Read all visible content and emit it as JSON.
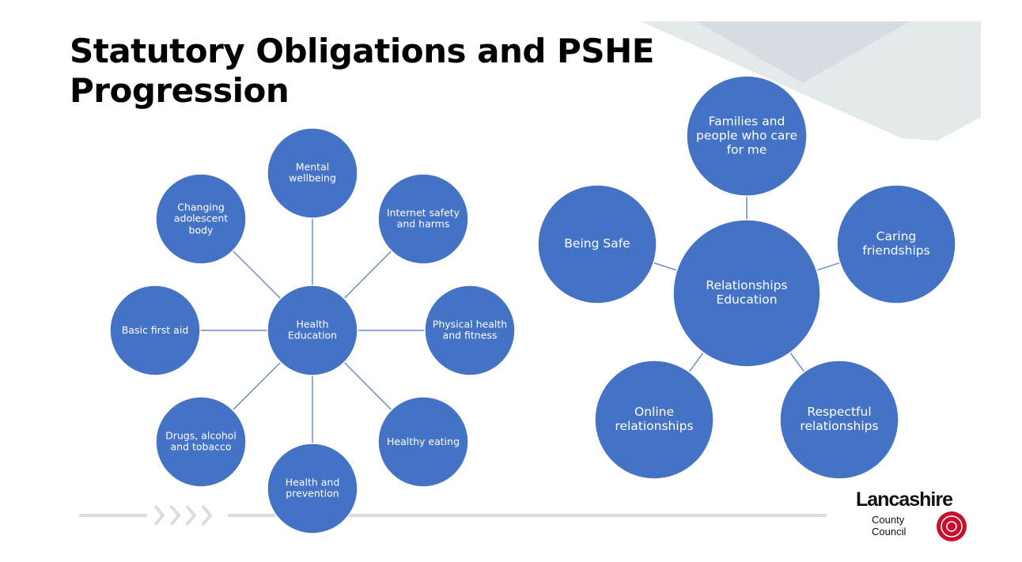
{
  "title": "Statutory Obligations and PSHE Progression",
  "colors": {
    "node": "#4472c4",
    "connector": "#6f8dc4",
    "bg_shape": "#e4e9ec",
    "bg_shape_dark": "#d6dce2",
    "rule": "#d9dedd"
  },
  "health": {
    "center": "Health Education",
    "topics": [
      "Mental wellbeing",
      "Internet safety and harms",
      "Physical health and fitness",
      "Healthy eating",
      "Health and prevention",
      "Drugs, alcohol and tobacco",
      "Basic first aid",
      "Changing adolescent body"
    ]
  },
  "relationships": {
    "center": "Relationships Education",
    "topics": [
      "Families and people who care for me",
      "Caring friendships",
      "Respectful relationships",
      "Online relationships",
      "Being Safe"
    ]
  },
  "logo": {
    "name": "Lancashire",
    "sub1": "County",
    "sub2": "Council",
    "icon": "red-rose-icon"
  }
}
